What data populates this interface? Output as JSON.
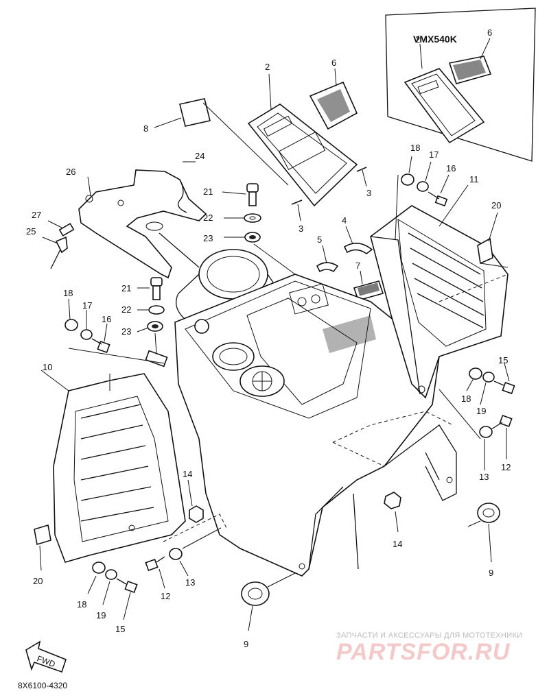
{
  "diagram": {
    "variant_label": "VMX540K",
    "drawing_code": "8X6100-4320",
    "fwd_label": "FWD",
    "watermark_line1": "ЗАПЧАСТИ И АКСЕССУАРЫ ДЛЯ МОТОТЕХНИКИ",
    "watermark_line2": "PARTSFOR.RU",
    "callouts": [
      {
        "id": "c2a",
        "text": "2"
      },
      {
        "id": "c6a",
        "text": "6"
      },
      {
        "id": "c2b",
        "text": "2"
      },
      {
        "id": "c6b",
        "text": "6"
      },
      {
        "id": "c8",
        "text": "8"
      },
      {
        "id": "c3a",
        "text": "3"
      },
      {
        "id": "c3b",
        "text": "3"
      },
      {
        "id": "c24",
        "text": "24"
      },
      {
        "id": "c26",
        "text": "26"
      },
      {
        "id": "c21a",
        "text": "21"
      },
      {
        "id": "c22a",
        "text": "22"
      },
      {
        "id": "c23a",
        "text": "23"
      },
      {
        "id": "c4",
        "text": "4"
      },
      {
        "id": "c5",
        "text": "5"
      },
      {
        "id": "c7",
        "text": "7"
      },
      {
        "id": "c27",
        "text": "27"
      },
      {
        "id": "c25",
        "text": "25"
      },
      {
        "id": "c18a",
        "text": "18"
      },
      {
        "id": "c17a",
        "text": "17"
      },
      {
        "id": "c16a",
        "text": "16"
      },
      {
        "id": "c11",
        "text": "11"
      },
      {
        "id": "c20a",
        "text": "20"
      },
      {
        "id": "c21b",
        "text": "21"
      },
      {
        "id": "c22b",
        "text": "22"
      },
      {
        "id": "c23b",
        "text": "23"
      },
      {
        "id": "c18b",
        "text": "18"
      },
      {
        "id": "c17b",
        "text": "17"
      },
      {
        "id": "c16b",
        "text": "16"
      },
      {
        "id": "c10",
        "text": "10"
      },
      {
        "id": "c15a",
        "text": "15"
      },
      {
        "id": "c18c",
        "text": "18"
      },
      {
        "id": "c19a",
        "text": "19"
      },
      {
        "id": "c12a",
        "text": "12"
      },
      {
        "id": "c13a",
        "text": "13"
      },
      {
        "id": "c14a",
        "text": "14"
      },
      {
        "id": "c14b",
        "text": "14"
      },
      {
        "id": "c9a",
        "text": "9"
      },
      {
        "id": "c20b",
        "text": "20"
      },
      {
        "id": "c12b",
        "text": "12"
      },
      {
        "id": "c13b",
        "text": "13"
      },
      {
        "id": "c18d",
        "text": "18"
      },
      {
        "id": "c19b",
        "text": "19"
      },
      {
        "id": "c15b",
        "text": "15"
      },
      {
        "id": "c9b",
        "text": "9"
      }
    ]
  }
}
